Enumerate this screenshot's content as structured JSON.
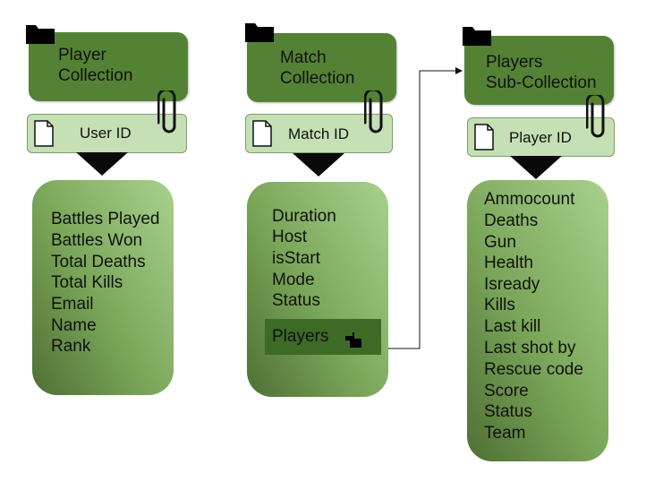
{
  "colors": {
    "header_bg": "#548235",
    "id_bg": "#c5e0b4",
    "fields_gradient_light": "#a9d18e",
    "fields_gradient_dark": "#4f6f34",
    "players_button_bg": "#3d6a24"
  },
  "player_collection": {
    "title_line1": "Player",
    "title_line2": "Collection",
    "id_label": "User ID",
    "fields": [
      "Battles Played",
      "Battles Won",
      "Total Deaths",
      "Total Kills",
      "Email",
      "Name",
      "Rank"
    ]
  },
  "match_collection": {
    "title_line1": "Match",
    "title_line2": "Collection",
    "id_label": "Match ID",
    "fields": [
      "Duration",
      "Host",
      "isStart",
      "Mode",
      "Status"
    ],
    "subcollection_button": "Players"
  },
  "players_subcollection": {
    "title_line1": "Players",
    "title_line2": "Sub-Collection",
    "id_label": "Player ID",
    "fields": [
      "Ammocount",
      "Deaths",
      "Gun",
      "Health",
      "Isready",
      "Kills",
      "Last kill",
      "Last shot by",
      "Rescue code",
      "Score",
      "Status",
      "Team"
    ]
  },
  "icons": [
    "folder-icon",
    "document-icon",
    "paperclip-icon",
    "pointer-hand-icon"
  ]
}
